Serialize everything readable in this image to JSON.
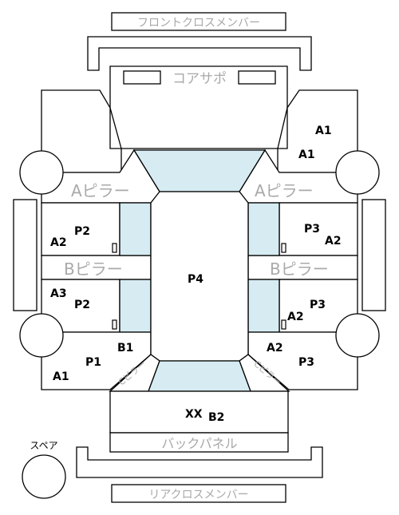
{
  "colors": {
    "stroke": "#000000",
    "panel_fill": "#ffffff",
    "glass_fill": "#d6ebf2",
    "gray_text": "#a9a9a9",
    "gray_stroke": "#b5b5b5",
    "code_text": "#000000"
  },
  "labels": {
    "front_cross_member": "フロントクロスメンバー",
    "core_support": "コアサポ",
    "a_pillar_left": "Aピラー",
    "a_pillar_right": "Aピラー",
    "b_pillar_left": "Bピラー",
    "b_pillar_right": "Bピラー",
    "c_pillar_left": "Cピラー",
    "c_pillar_right": "Cピラー",
    "back_panel": "バックパネル",
    "spare": "スペア",
    "rear_cross_member": "リアクロスメンバー"
  },
  "codes": {
    "front_fender_right_top": "A1",
    "front_fender_right_bottom": "A1",
    "front_door_left_grade": "P2",
    "front_door_left_code": "A2",
    "rear_door_left_code": "A3",
    "rear_door_left_grade": "P2",
    "front_door_right_grade": "P3",
    "front_door_right_code": "A2",
    "rear_door_right_grade": "P3",
    "rear_door_right_code": "A2",
    "roof": "P4",
    "quarter_left_b": "B1",
    "quarter_left_grade": "P1",
    "quarter_left_code": "A1",
    "quarter_right_code": "A2",
    "quarter_right_grade": "P3",
    "trunk_xx": "XX",
    "trunk_code": "B2"
  }
}
